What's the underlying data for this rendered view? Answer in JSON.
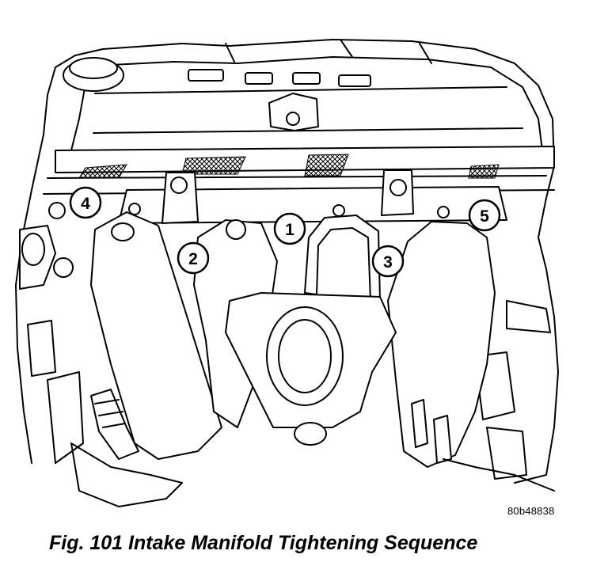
{
  "caption": "Fig. 101 Intake Manifold Tightening Sequence",
  "reference_code": "80b48838",
  "callouts": [
    {
      "label": "1"
    },
    {
      "label": "2"
    },
    {
      "label": "3"
    },
    {
      "label": "4"
    },
    {
      "label": "5"
    }
  ]
}
